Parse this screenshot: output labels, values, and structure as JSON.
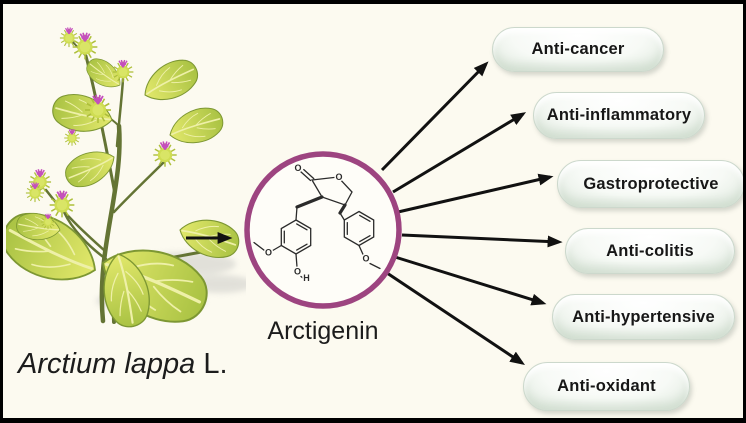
{
  "figure": {
    "species": {
      "name_italic": "Arctium lappa",
      "name_suffix": " L."
    },
    "compound": {
      "name": "Arctigenin",
      "atoms": {
        "carbonyl_o": "O",
        "ring_o": "O",
        "left_methoxy_o": "O",
        "hydroxyl_o": "O",
        "hydroxyl_h": "H",
        "right_methoxy_o": "O"
      }
    },
    "effects": [
      {
        "label": "Anti-cancer"
      },
      {
        "label": "Anti-inflammatory"
      },
      {
        "label": "Gastroprotective"
      },
      {
        "label": "Anti-colitis"
      },
      {
        "label": "Anti-hypertensive"
      },
      {
        "label": "Anti-oxidant"
      }
    ],
    "colors": {
      "background": "#fcfaf0",
      "frame": "#000000",
      "circle_border": "#9d4480",
      "circle_fill": "#fefdf8",
      "arrow": "#111111",
      "structure": "#2b2b2b",
      "text": "#1c1c1c",
      "pill_bg": "#f7faf6",
      "pill_rim": "#dde7dc",
      "pill_border": "#ccd8cc",
      "pill_text": "#171717",
      "leaf_light": "#e2e86b",
      "leaf_dark": "#a9c243",
      "leaf_stroke": "#7d9733",
      "vein": "#eef0a8",
      "stem": "#647434",
      "burr_fill": "#cfdd52",
      "burr_spike": "#aebf3b",
      "flower_purple": "#c44fbc",
      "shadow": "#c8c8c4"
    }
  }
}
